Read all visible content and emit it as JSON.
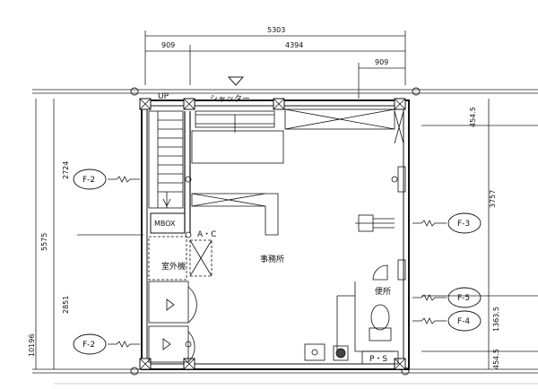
{
  "dimensions": {
    "top_total": "5303",
    "top_left": "909",
    "top_right": "4394",
    "top_right_small": "909",
    "right_top": "454.5",
    "right_mid": "3757",
    "right_lower": "1363.5",
    "right_bottom": "454.5",
    "left_upper": "2724",
    "left_lower": "2851",
    "left_total": "5575",
    "left_overall": "10196"
  },
  "labels": {
    "up": "UP",
    "shutter": "シャッター",
    "office": "事務所",
    "mbox": "MBOX",
    "ac": "A・C",
    "outdoor_unit": "室外機",
    "toilet": "便所",
    "ps": "P・S"
  },
  "fixtures": {
    "f2_upper": "F-2",
    "f2_lower": "F-2",
    "f3": "F-3",
    "f5": "F-5",
    "f4": "F-4"
  }
}
